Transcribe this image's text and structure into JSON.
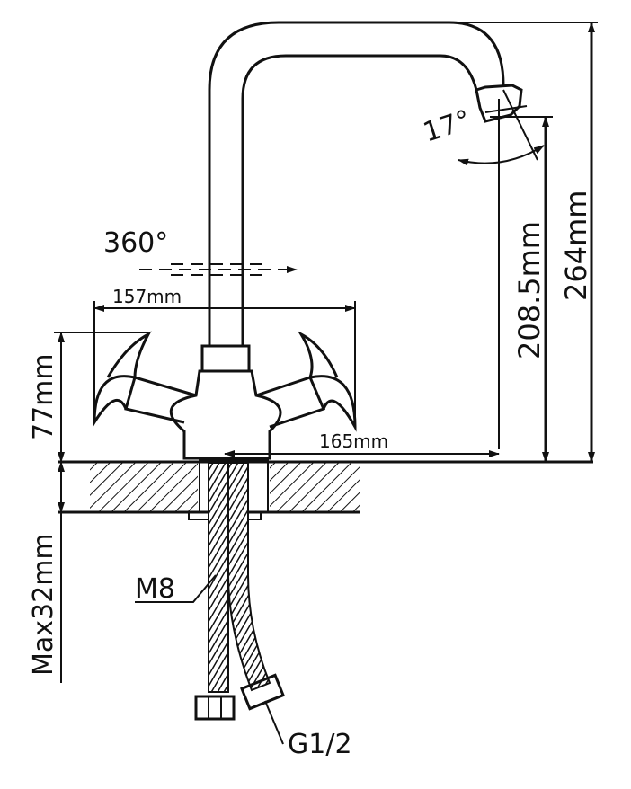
{
  "drawing": {
    "title": "Two-handle faucet dimension drawing",
    "line_color": "#111111",
    "background": "#ffffff",
    "labels": {
      "rotation": "360°",
      "spout_angle": "17°",
      "handle_width": "157mm",
      "body_height": "77mm",
      "spout_reach": "165mm",
      "spout_outlet_height": "208.5mm",
      "total_height": "264mm",
      "max_counter_thickness": "Max32mm",
      "stud_thread": "M8",
      "hose_connection": "G1/2"
    }
  }
}
